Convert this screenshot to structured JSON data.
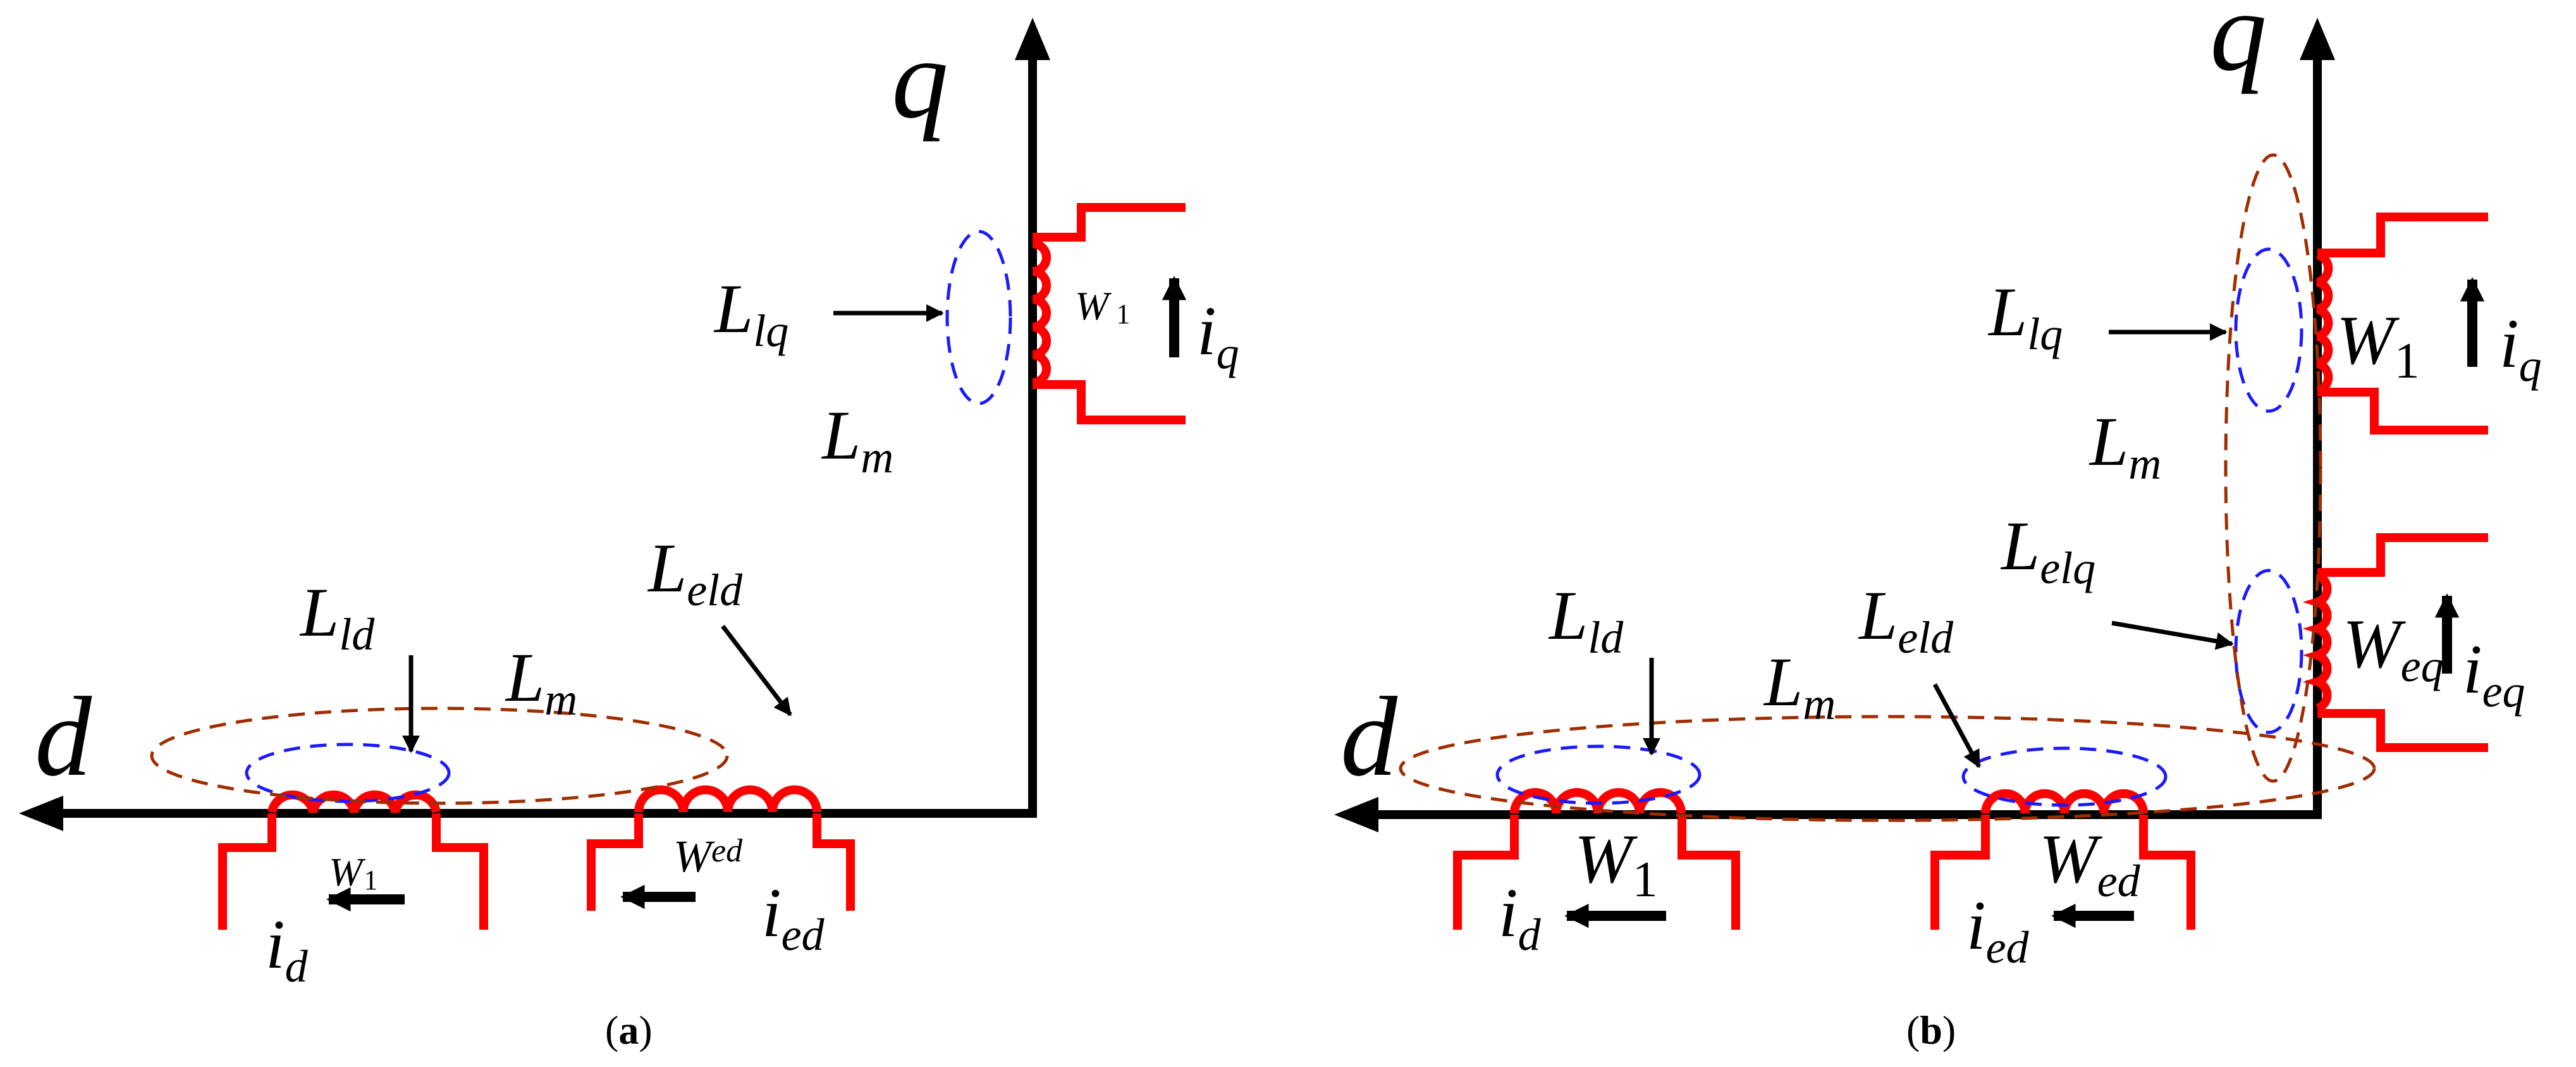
{
  "panel_a": {
    "caption_open": "(",
    "caption_letter": "a",
    "caption_close": ")",
    "axis_q": "q",
    "axis_d": "d",
    "L_lq": {
      "main": "L",
      "sub": "lq"
    },
    "L_m_upper": {
      "main": "L",
      "sub": "m"
    },
    "L_ld": {
      "main": "L",
      "sub": "ld"
    },
    "L_eld": {
      "main": "L",
      "sub": "eld"
    },
    "L_m_lower": {
      "main": "L",
      "sub": "m"
    },
    "W1_q": {
      "main": "W",
      "sub": "1"
    },
    "i_q": {
      "main": "i",
      "sub": "q"
    },
    "W1_d": {
      "main": "W",
      "sub": "1"
    },
    "i_d": {
      "main": "i",
      "sub": "d"
    },
    "W_ed": {
      "main": "W",
      "sub": "ed"
    },
    "i_ed": {
      "main": "i",
      "sub": "ed"
    }
  },
  "panel_b": {
    "caption_open": "(",
    "caption_letter": "b",
    "caption_close": ")",
    "axis_q": "q",
    "axis_d": "d",
    "L_lq": {
      "main": "L",
      "sub": "lq"
    },
    "L_m_upper": {
      "main": "L",
      "sub": "m"
    },
    "L_elq": {
      "main": "L",
      "sub": "elq"
    },
    "L_ld": {
      "main": "L",
      "sub": "ld"
    },
    "L_eld": {
      "main": "L",
      "sub": "eld"
    },
    "L_m_lower": {
      "main": "L",
      "sub": "m"
    },
    "W1_q": {
      "main": "W",
      "sub": "1"
    },
    "i_q": {
      "main": "i",
      "sub": "q"
    },
    "W_eq": {
      "main": "W",
      "sub": "eq"
    },
    "i_eq": {
      "main": "i",
      "sub": "eq"
    },
    "W1_d": {
      "main": "W",
      "sub": "1"
    },
    "i_d": {
      "main": "i",
      "sub": "d"
    },
    "W_ed": {
      "main": "W",
      "sub": "ed"
    },
    "i_ed": {
      "main": "i",
      "sub": "ed"
    }
  },
  "colors": {
    "winding": "#ff0000",
    "leakage_boundary": "#1a1aff",
    "magnetizing_boundary": "#a02c00",
    "axis": "#000000"
  }
}
